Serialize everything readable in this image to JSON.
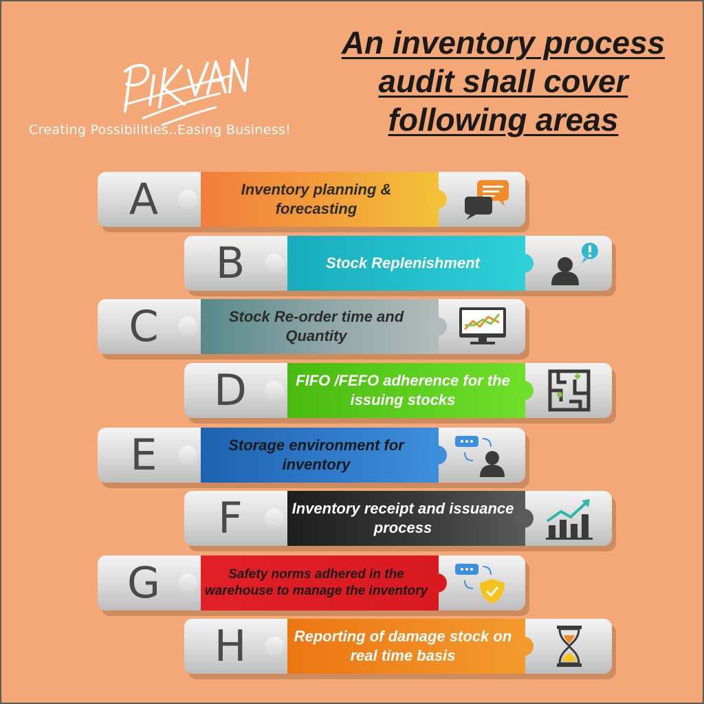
{
  "brand": {
    "logo_text": "PIKVAN",
    "tagline": "Creating Possibilities..Easing Business!"
  },
  "title": {
    "line1": "An inventory process",
    "line2": "audit shall cover",
    "line3": "following areas"
  },
  "steps": [
    {
      "letter": "A",
      "label": "Inventory planning & forecasting",
      "icon": "chat-bubble-icon",
      "color_from": "#f07a3c",
      "color_to": "#f3c238"
    },
    {
      "letter": "B",
      "label": "Stock Replenishment",
      "icon": "person-alert-icon",
      "color_from": "#18b0c2",
      "color_to": "#2fd0d8"
    },
    {
      "letter": "C",
      "label": "Stock Re-order time and Quantity",
      "icon": "monitor-chart-icon",
      "color_from": "#5a8c8e",
      "color_to": "#a9b5b5"
    },
    {
      "letter": "D",
      "label": "FIFO /FEFO adherence for the issuing stocks",
      "icon": "maze-icon",
      "color_from": "#4cc010",
      "color_to": "#6ee02a"
    },
    {
      "letter": "E",
      "label": "Storage environment for inventory",
      "icon": "chat-person-icon",
      "color_from": "#1f68b8",
      "color_to": "#3d8fdc"
    },
    {
      "letter": "F",
      "label": "Inventory receipt and issuance process",
      "icon": "bar-chart-up-icon",
      "color_from": "#1c1c1c",
      "color_to": "#4a4a4a"
    },
    {
      "letter": "G",
      "label": "Safety norms adhered in the warehouse to manage the inventory",
      "icon": "chat-shield-icon",
      "color_from": "#e01f26",
      "color_to": "#c8161c"
    },
    {
      "letter": "H",
      "label": "Reporting of damage stock on real time basis",
      "icon": "hourglass-icon",
      "color_from": "#ef7a12",
      "color_to": "#f39a2c"
    }
  ],
  "colors": {
    "background": "#f4a877",
    "title": "#1a1a1a",
    "tagline": "#ffffff",
    "icon_dark": "#3a3a3a",
    "icon_blue": "#3c8fdc",
    "icon_orange": "#f08a2a",
    "icon_yellow": "#f6c21c",
    "icon_green": "#86c440"
  }
}
